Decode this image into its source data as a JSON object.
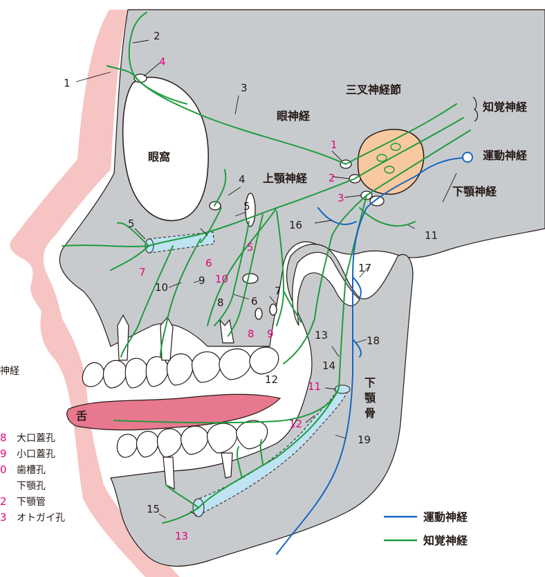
{
  "colors": {
    "motor": "#1565c0",
    "sensory": "#1e9b3c",
    "skin": "#f6c4c2",
    "skull": "#c8cbce",
    "ganglion": "#f8c9a0",
    "tongue": "#e8788e",
    "canal": "#bfe3f2",
    "red_label": "#e4007f"
  },
  "title_labels": {
    "trigeminal_ganglion": "三叉神経節",
    "sensory_nerve": "知覚神経",
    "motor_nerve": "運動神経",
    "ophthalmic_nerve": "眼神経",
    "maxillary_nerve": "上顎神経",
    "mandibular_nerve": "下顎神経",
    "orbit": "眼窩",
    "tongue": "舌",
    "mandible": "下顎骨",
    "cut_off_left": "神経"
  },
  "legend": {
    "items": [
      {
        "label": "運動神経",
        "color": "#1565c0"
      },
      {
        "label": "知覚神経",
        "color": "#1e9b3c"
      }
    ]
  },
  "foramina_list": [
    {
      "num": "8",
      "name": "大口蓋孔"
    },
    {
      "num": "9",
      "name": "小口蓋孔"
    },
    {
      "num": "0",
      "name": "歯槽孔"
    },
    {
      "num": "",
      "name": "下顎孔"
    },
    {
      "num": "2",
      "name": "下顎管"
    },
    {
      "num": "3",
      "name": "オトガイ孔"
    }
  ],
  "nerve_numbers": [
    "1",
    "2",
    "3",
    "4",
    "5",
    "5",
    "6",
    "7",
    "8",
    "9",
    "10",
    "11",
    "12",
    "13",
    "14",
    "15",
    "16",
    "17",
    "18",
    "19"
  ],
  "foramen_numbers": [
    "1",
    "2",
    "3",
    "4",
    "5",
    "6",
    "7",
    "8",
    "9",
    "10",
    "11",
    "12",
    "13"
  ]
}
